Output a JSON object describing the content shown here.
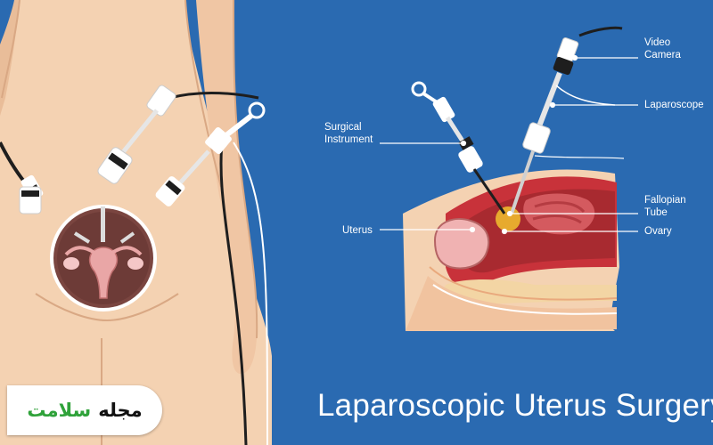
{
  "colors": {
    "background": "#2a6ab1",
    "skin": "#f4d2b2",
    "tissue_red": "#c8323a",
    "instrument_white": "#ffffff",
    "instrument_dark": "#1e1e1e",
    "brand_green": "#2fa23a"
  },
  "labels": {
    "video_camera": [
      "Video",
      "Camera"
    ],
    "laparoscope": "Laparoscope",
    "surgical_instrument": [
      "Surgical",
      "Instrument"
    ],
    "fallopian_tube": [
      "Fallopian",
      "Tube"
    ],
    "uterus": "Uterus",
    "ovary": "Ovary"
  },
  "title": "Laparoscopic Uterus Surgery",
  "brand": {
    "name_black": "مجله",
    "name_green": "سلامت"
  }
}
